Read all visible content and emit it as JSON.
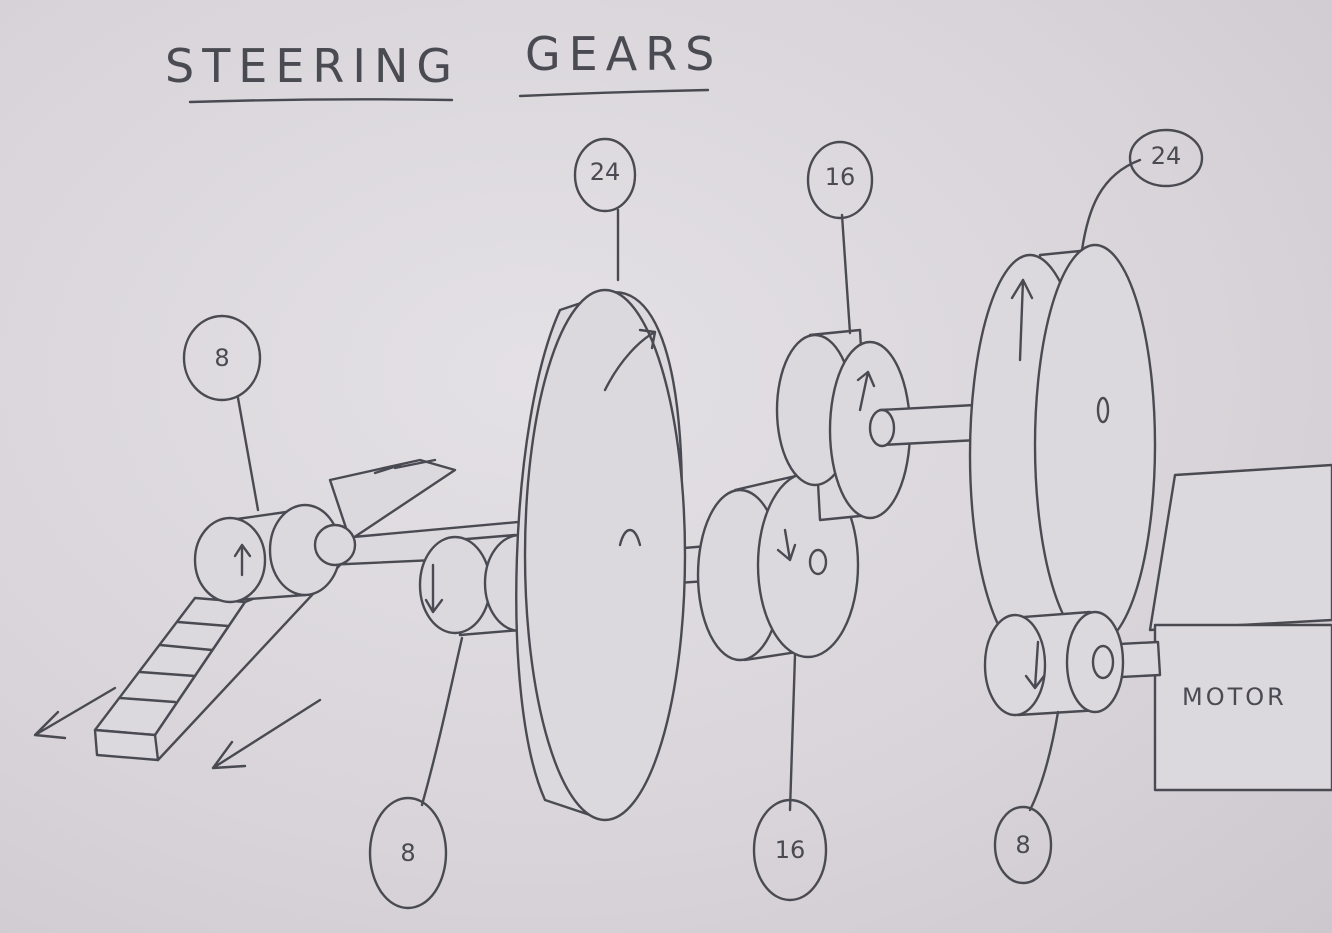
{
  "title": {
    "word1": "STEERING",
    "word2": "GEARS"
  },
  "gear_tags": {
    "rack_pinion": "8",
    "large_gear_top": "24",
    "top_small": "16",
    "motor_gear_top": "24",
    "lower_small_left": "8",
    "lower_mid": "16",
    "motor_pinion": "8"
  },
  "motor_label": "MOTOR"
}
